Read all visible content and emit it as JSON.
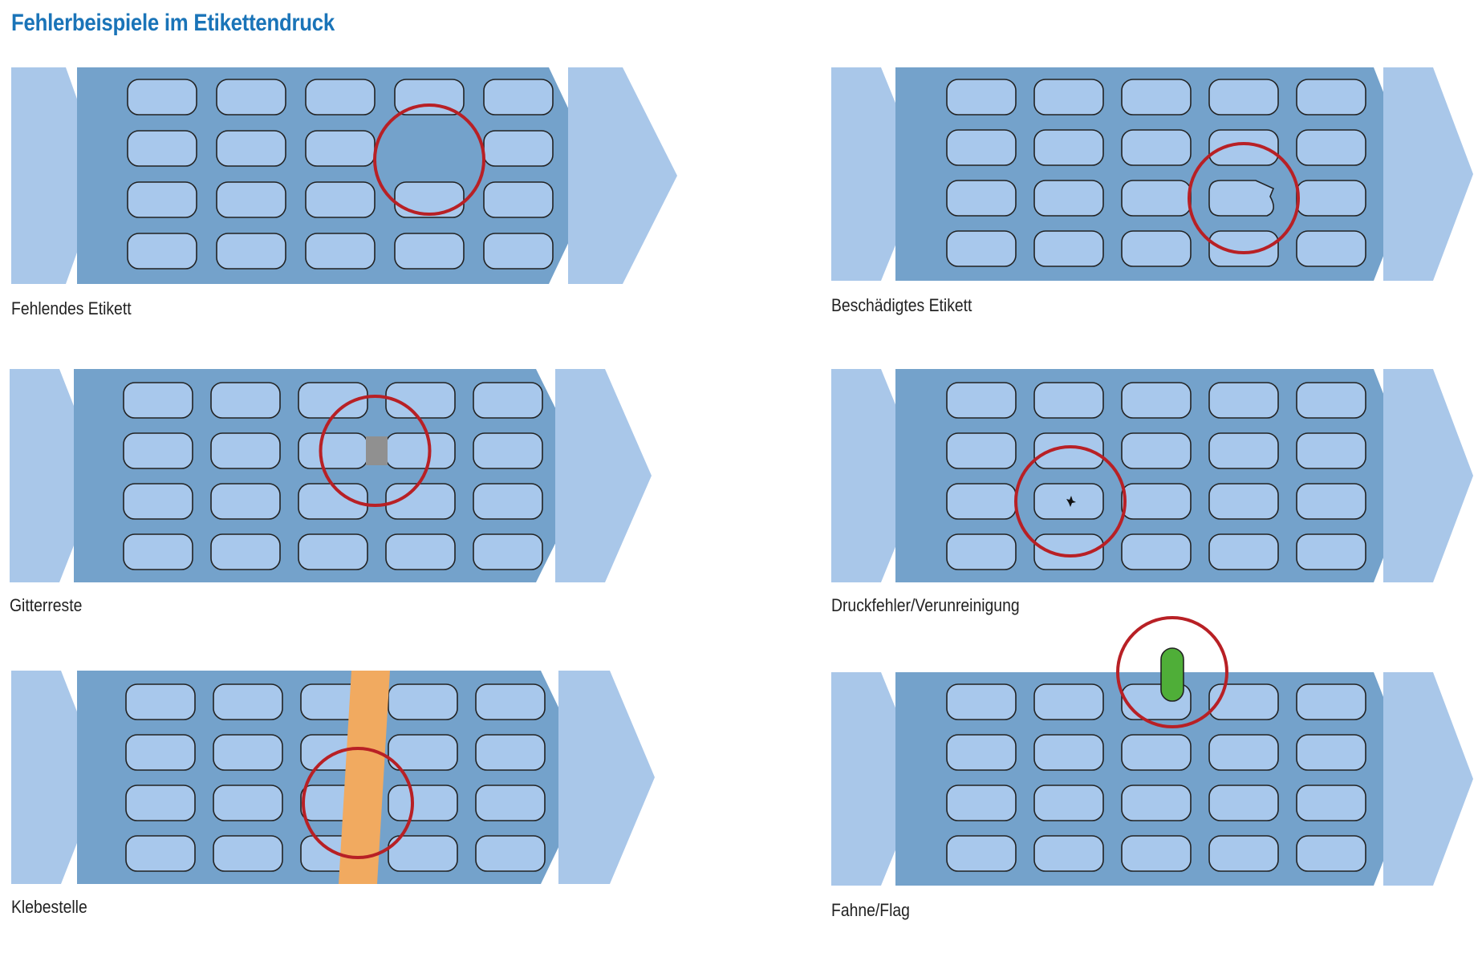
{
  "title": "Fehlerbeispiele im Etikettendruck",
  "colors": {
    "title": "#1a74b8",
    "chevron_light": "#a9c7e9",
    "belt": "#74a2cb",
    "label_fill": "#a8c8ec",
    "label_stroke": "#222222",
    "marker_ring": "#b82025",
    "grid_residue": "#909090",
    "splice_tape": "#f1aa60",
    "flag": "#4fae38",
    "caption_text": "#222222"
  },
  "grid": {
    "rows": 4,
    "columns": 5
  },
  "panels": [
    {
      "id": "missing-label",
      "caption": "Fehlendes Etikett",
      "defect": "missing",
      "row": 1,
      "col": 3
    },
    {
      "id": "damaged-label",
      "caption": "Beschädigtes Etikett",
      "defect": "damaged",
      "row": 2,
      "col": 3
    },
    {
      "id": "matrix-residue",
      "caption": "Gitterreste",
      "defect": "residue",
      "row": 1,
      "col": 2
    },
    {
      "id": "print-defect",
      "caption": "Druckfehler/Verunreinigung",
      "defect": "spot",
      "row": 2,
      "col": 1
    },
    {
      "id": "splice",
      "caption": "Klebestelle",
      "defect": "splice",
      "row": 2,
      "col": 2
    },
    {
      "id": "flag",
      "caption": "Fahne/Flag",
      "defect": "flag",
      "row": 0,
      "col": 2
    }
  ]
}
